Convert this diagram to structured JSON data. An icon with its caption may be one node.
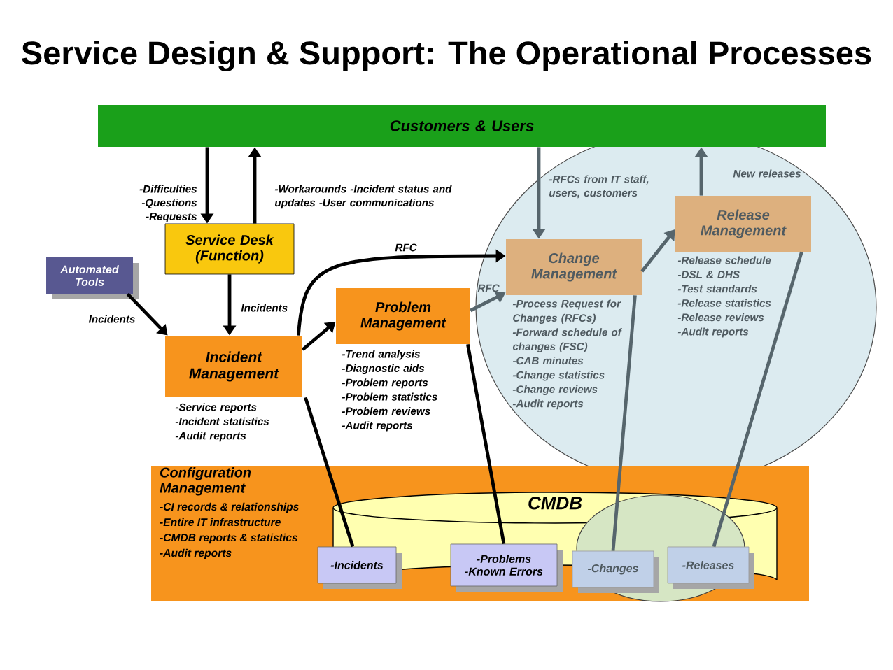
{
  "diagram": {
    "title": "Service Design & Support: The Operational Processes",
    "nodes": [
      {
        "text": [
          "Customers & Users"
        ]
      },
      {
        "text": [
          "Service Desk (Function)"
        ]
      },
      {
        "text": [
          "Automated Tools"
        ]
      },
      {
        "text": [
          "Incident Management"
        ],
        "beside": [
          "-Service reports",
          "-Incident statistics",
          "-Audit reports"
        ]
      },
      {
        "text": [
          "Problem Management"
        ],
        "beside": [
          "-Trend analysis",
          "-Diagnostic aids",
          "-Problem reports",
          "-Problem statistics",
          "-Problem reviews",
          "-Audit reports"
        ]
      },
      {
        "text": [
          "Change Management"
        ],
        "beside": [
          "-Process Request for Changes (RFCs)",
          "-Forward schedule of changes (FSC)",
          "-CAB minutes",
          "-Change statistics",
          "-Change reviews",
          "-Audit reports"
        ]
      },
      {
        "text": [
          "Release Management"
        ],
        "beside": [
          "-Release schedule",
          "-DSL & DHS",
          "-Test standards",
          "-Release statistics",
          "-Release reviews",
          "-Audit reports"
        ]
      },
      {
        "text": [
          "Configuration Management",
          "-CI records & relationships",
          "-Entire IT infrastructure",
          "-CMDB reports & statistics",
          "-Audit reports"
        ]
      },
      {
        "text": [
          "CMDB"
        ],
        "in": 7
      },
      {
        "text": [
          "-Incidents"
        ],
        "in": 8
      },
      {
        "text": [
          "-Problems -Known Errors"
        ],
        "in": 8
      },
      {
        "text": [
          "-Changes"
        ],
        "in": 8
      },
      {
        "text": [
          "-Releases"
        ],
        "in": 8
      }
    ],
    "edges": [
      {
        "from": 0,
        "to": 1,
        "arrow": "to",
        "label": "-Difficulties -Questions -Requests"
      },
      {
        "from": 1,
        "to": 0,
        "arrow": "to",
        "label": "-Workarounds -Incident status and updates -User communications"
      },
      {
        "from": 1,
        "to": 3,
        "arrow": "to",
        "label": "Incidents"
      },
      {
        "from": 2,
        "to": 3,
        "arrow": "to",
        "label": "Incidents"
      },
      {
        "from": 3,
        "to": 4,
        "arrow": "to"
      },
      {
        "from": 3,
        "to": 5,
        "arrow": "to",
        "label": "RFC"
      },
      {
        "from": 4,
        "to": 5,
        "arrow": "to",
        "label": "RFC",
        "color": "#56656c"
      },
      {
        "from": 0,
        "to": 5,
        "arrow": "to",
        "label": "-RFCs from IT staff, users, customers",
        "color": "#56656c"
      },
      {
        "from": 5,
        "to": 6,
        "arrow": "to",
        "color": "#56656c"
      },
      {
        "from": 6,
        "to": 0,
        "arrow": "to",
        "label": "New releases",
        "color": "#56656c"
      },
      {
        "from": 3,
        "to": 9,
        "arrow": "none"
      },
      {
        "from": 4,
        "to": 10,
        "arrow": "none"
      },
      {
        "from": 5,
        "to": 11,
        "arrow": "none",
        "color": "#56656c"
      },
      {
        "from": 6,
        "to": 12,
        "arrow": "none",
        "color": "#56656c"
      }
    ]
  }
}
